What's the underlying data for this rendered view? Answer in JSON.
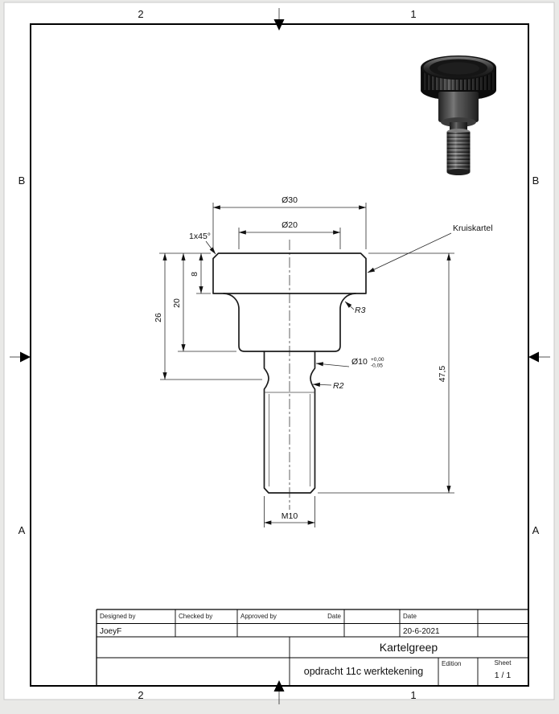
{
  "zones": {
    "col_left": "2",
    "col_right": "1",
    "row_top": "B",
    "row_bottom": "A"
  },
  "callouts": {
    "kruiskartel": "Kruiskartel",
    "chamfer": "1x45°",
    "dia_head": "Ø30",
    "dia_collar": "Ø20",
    "head_height": "8",
    "collar_length": "20",
    "neck_length": "26",
    "total_length": "47,5",
    "fillet_top": "R3",
    "fillet_neck": "R2",
    "shaft_dia": "Ø10",
    "shaft_tol_upper": "+0,00",
    "shaft_tol_lower": "-0,05",
    "thread": "M10"
  },
  "title_block": {
    "designed_by_label": "Designed by",
    "designed_by": "JoeyF",
    "checked_by_label": "Checked by",
    "approved_by_label": "Approved by",
    "date_label": "Date",
    "date_label_2": "Date",
    "date": "20-6-2021",
    "part_title": "Kartelgreep",
    "document_title": "opdracht 11c werktekening",
    "edition_label": "Edition",
    "sheet_label": "Sheet",
    "sheet": "1 / 1"
  },
  "colors": {
    "paper": "#ffffff",
    "background": "#e9e9e7",
    "line": "#1c1c1c",
    "knob_dark": "#161616",
    "metal_gray": "#6b6b6b"
  }
}
